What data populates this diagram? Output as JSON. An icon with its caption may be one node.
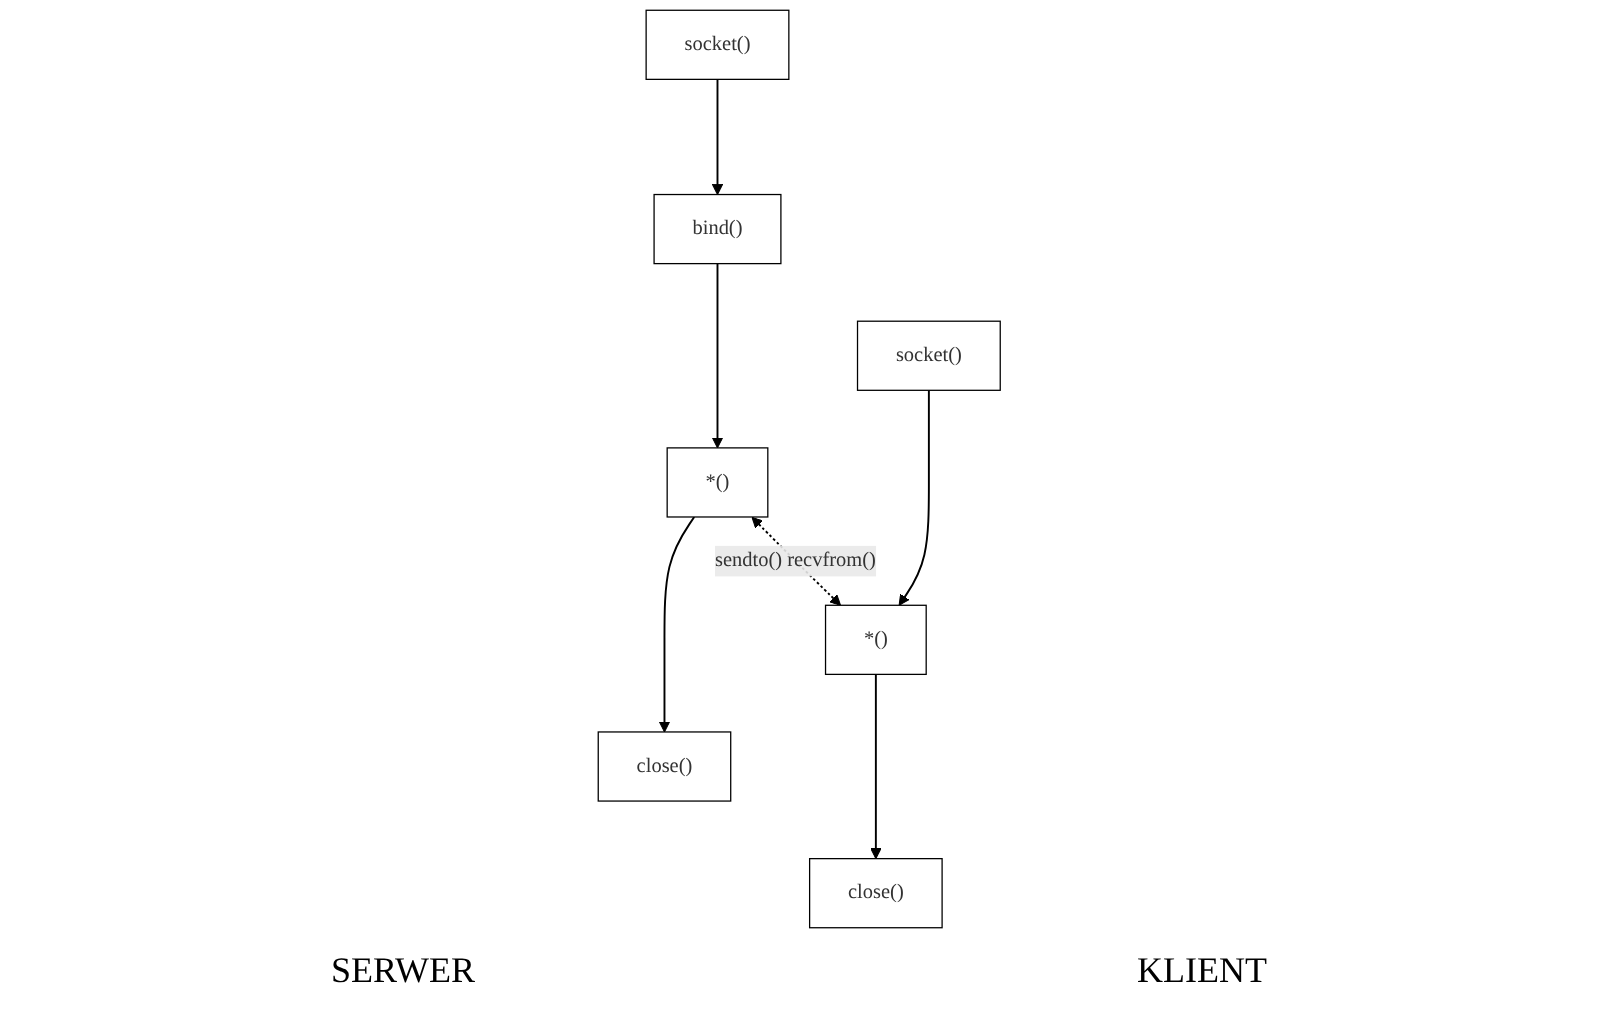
{
  "diagram": {
    "nodes": [
      {
        "text": [
          "socket()"
        ]
      },
      {
        "text": [
          "bind()"
        ]
      },
      {
        "text": [
          "*()"
        ]
      },
      {
        "text": [
          "close()"
        ]
      },
      {
        "text": [
          "socket()"
        ]
      },
      {
        "text": [
          "*()"
        ]
      },
      {
        "text": [
          "close()"
        ]
      }
    ],
    "edges": [
      {
        "from": 0,
        "to": 1,
        "arrow": "to"
      },
      {
        "from": 1,
        "to": 2,
        "arrow": "to"
      },
      {
        "from": 2,
        "to": 3,
        "arrow": "to"
      },
      {
        "from": 4,
        "to": 5,
        "arrow": "to"
      },
      {
        "from": 5,
        "to": 6,
        "arrow": "to"
      },
      {
        "from": 2,
        "to": 5,
        "arrow": "both",
        "style": "dashed",
        "label": "sendto() recvfrom()"
      }
    ],
    "labels": [
      "SERWER",
      "KLIENT"
    ]
  }
}
